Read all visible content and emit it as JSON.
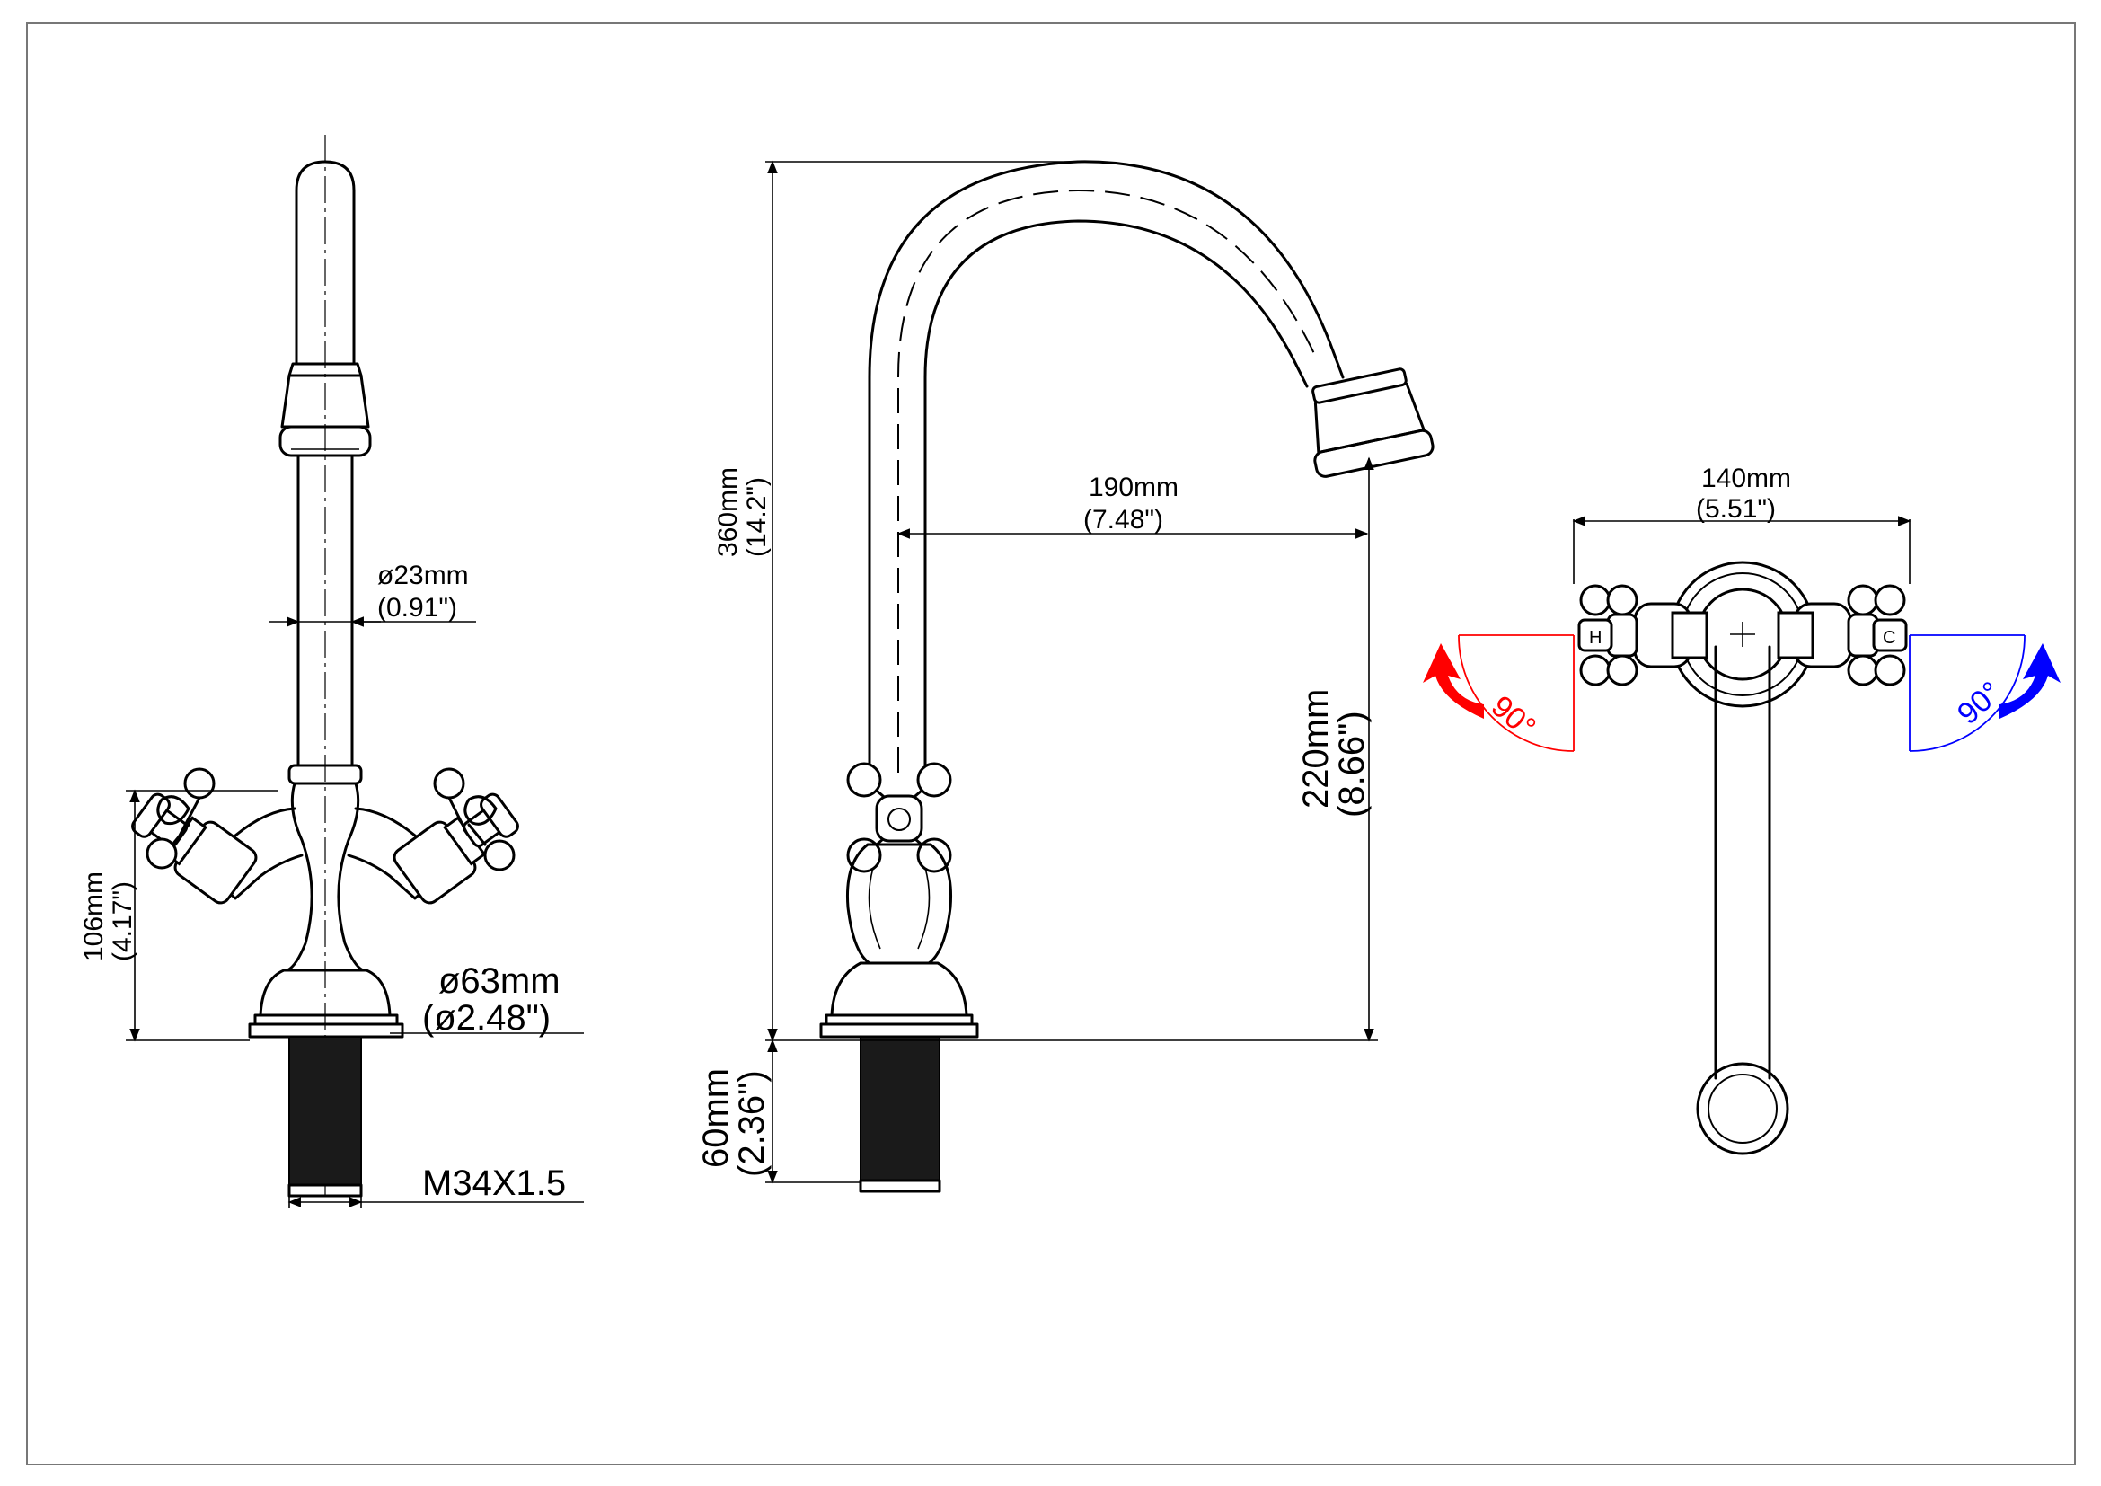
{
  "front_view": {
    "spout_diameter_mm": "ø23mm",
    "spout_diameter_in": "(0.91\")",
    "valve_height_mm": "106mm",
    "valve_height_in": "(4.17\")",
    "base_diameter_mm": "ø63mm",
    "base_diameter_in": "(ø2.48\")",
    "thread_spec": "M34X1.5"
  },
  "side_view": {
    "total_height_mm": "360mm",
    "total_height_in": "(14.2\")",
    "reach_mm": "190mm",
    "reach_in": "(7.48\")",
    "outlet_height_mm": "220mm",
    "outlet_height_in": "(8.66\")",
    "shank_length_mm": "60mm",
    "shank_length_in": "(2.36\")"
  },
  "top_view": {
    "handle_span_mm": "140mm",
    "handle_span_in": "(5.51\")",
    "hot_rotation": "90°",
    "cold_rotation": "90°",
    "hot_marker": "H",
    "cold_marker": "C"
  },
  "colors": {
    "hot": "#ff0000",
    "cold": "#0000ff",
    "line": "#000000"
  }
}
